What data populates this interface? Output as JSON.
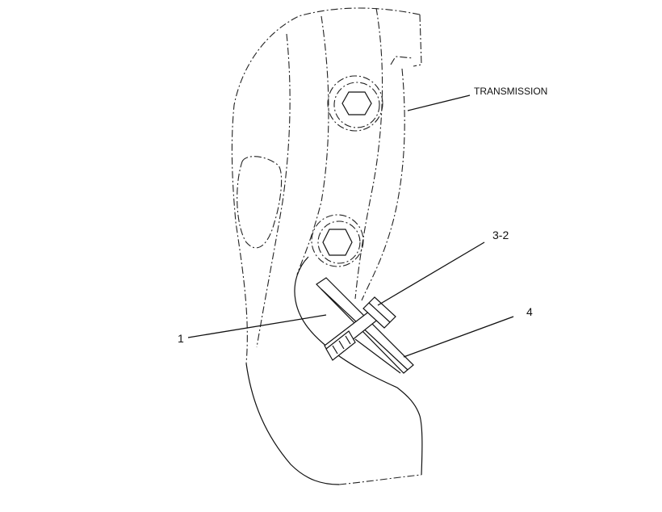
{
  "diagram": {
    "callouts": {
      "transmission": "TRANSMISSION",
      "part_3_2": "3-2",
      "part_4": "4",
      "part_1": "1"
    }
  }
}
